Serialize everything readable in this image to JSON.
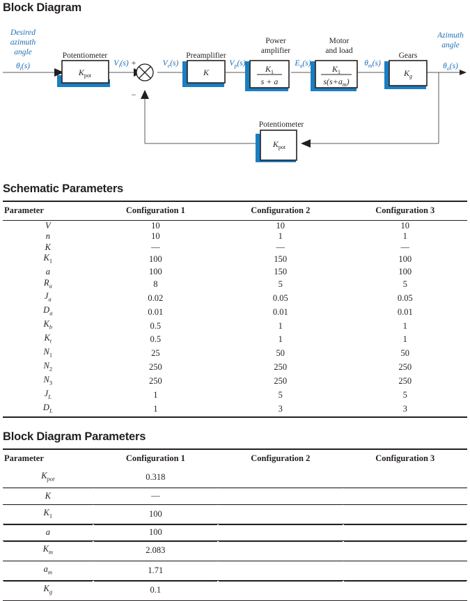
{
  "headings": {
    "block_diagram": "Block Diagram",
    "schematic_parameters": "Schematic Parameters",
    "block_diagram_parameters": "Block Diagram Parameters"
  },
  "colors": {
    "signal_blue": "#1f6fb5",
    "block_shadow_blue": "#1b7ec2",
    "wire_gray": "#58595b",
    "text_black": "#231f20"
  },
  "block_diagram": {
    "input_label": "Desired azimuth angle",
    "input_signal": "θi(s)",
    "output_label": "Azimuth angle",
    "output_signal": "θo(s)",
    "summing_plus": "+",
    "summing_minus": "−",
    "blocks": [
      {
        "name": "Potentiometer",
        "expr": "Kpot"
      },
      {
        "name": "Preamplifier",
        "expr": "K"
      },
      {
        "name": "Power amplifier",
        "num": "K1",
        "den": "s + a"
      },
      {
        "name": "Motor and load",
        "num": "K1",
        "den": "s(s+am)"
      },
      {
        "name": "Gears",
        "expr": "Kg"
      },
      {
        "name": "Potentiometer",
        "expr": "Kpot"
      }
    ],
    "signals": [
      "Vi(s)",
      "Ve(s)",
      "Vp(s)",
      "Ea(s)",
      "θm(s)"
    ]
  },
  "schematic_table": {
    "columns": [
      "Parameter",
      "Configuration 1",
      "Configuration 2",
      "Configuration 3"
    ],
    "rows": [
      {
        "param": "V",
        "sub": "",
        "c1": "10",
        "c2": "10",
        "c3": "10"
      },
      {
        "param": "n",
        "sub": "",
        "c1": "10",
        "c2": "1",
        "c3": "1"
      },
      {
        "param": "K",
        "sub": "",
        "c1": "—",
        "c2": "—",
        "c3": "—"
      },
      {
        "param": "K",
        "sub": "1",
        "c1": "100",
        "c2": "150",
        "c3": "100"
      },
      {
        "param": "a",
        "sub": "",
        "c1": "100",
        "c2": "150",
        "c3": "100"
      },
      {
        "param": "R",
        "sub": "a",
        "c1": "8",
        "c2": "5",
        "c3": "5"
      },
      {
        "param": "J",
        "sub": "a",
        "c1": "0.02",
        "c2": "0.05",
        "c3": "0.05"
      },
      {
        "param": "D",
        "sub": "a",
        "c1": "0.01",
        "c2": "0.01",
        "c3": "0.01"
      },
      {
        "param": "K",
        "sub": "b",
        "c1": "0.5",
        "c2": "1",
        "c3": "1"
      },
      {
        "param": "K",
        "sub": "t",
        "c1": "0.5",
        "c2": "1",
        "c3": "1"
      },
      {
        "param": "N",
        "sub": "1",
        "c1": "25",
        "c2": "50",
        "c3": "50"
      },
      {
        "param": "N",
        "sub": "2",
        "c1": "250",
        "c2": "250",
        "c3": "250"
      },
      {
        "param": "N",
        "sub": "3",
        "c1": "250",
        "c2": "250",
        "c3": "250"
      },
      {
        "param": "J",
        "sub": "L",
        "c1": "1",
        "c2": "5",
        "c3": "5"
      },
      {
        "param": "D",
        "sub": "L",
        "c1": "1",
        "c2": "3",
        "c3": "3"
      }
    ]
  },
  "bd_table": {
    "columns": [
      "Parameter",
      "Configuration 1",
      "Configuration 2",
      "Configuration 3"
    ],
    "rows": [
      {
        "param": "K",
        "sub": "pot",
        "c1": "0.318",
        "c2": "",
        "c3": ""
      },
      {
        "param": "K",
        "sub": "",
        "c1": "—",
        "c2": "",
        "c3": ""
      },
      {
        "param": "K",
        "sub": "1",
        "c1": "100",
        "c2": "",
        "c3": ""
      },
      {
        "param": "a",
        "sub": "",
        "c1": "100",
        "c2": "",
        "c3": ""
      },
      {
        "param": "K",
        "sub": "m",
        "c1": "2.083",
        "c2": "",
        "c3": ""
      },
      {
        "param": "a",
        "sub": "m",
        "c1": "1.71",
        "c2": "",
        "c3": ""
      },
      {
        "param": "K",
        "sub": "g",
        "c1": "0.1",
        "c2": "",
        "c3": ""
      }
    ]
  }
}
